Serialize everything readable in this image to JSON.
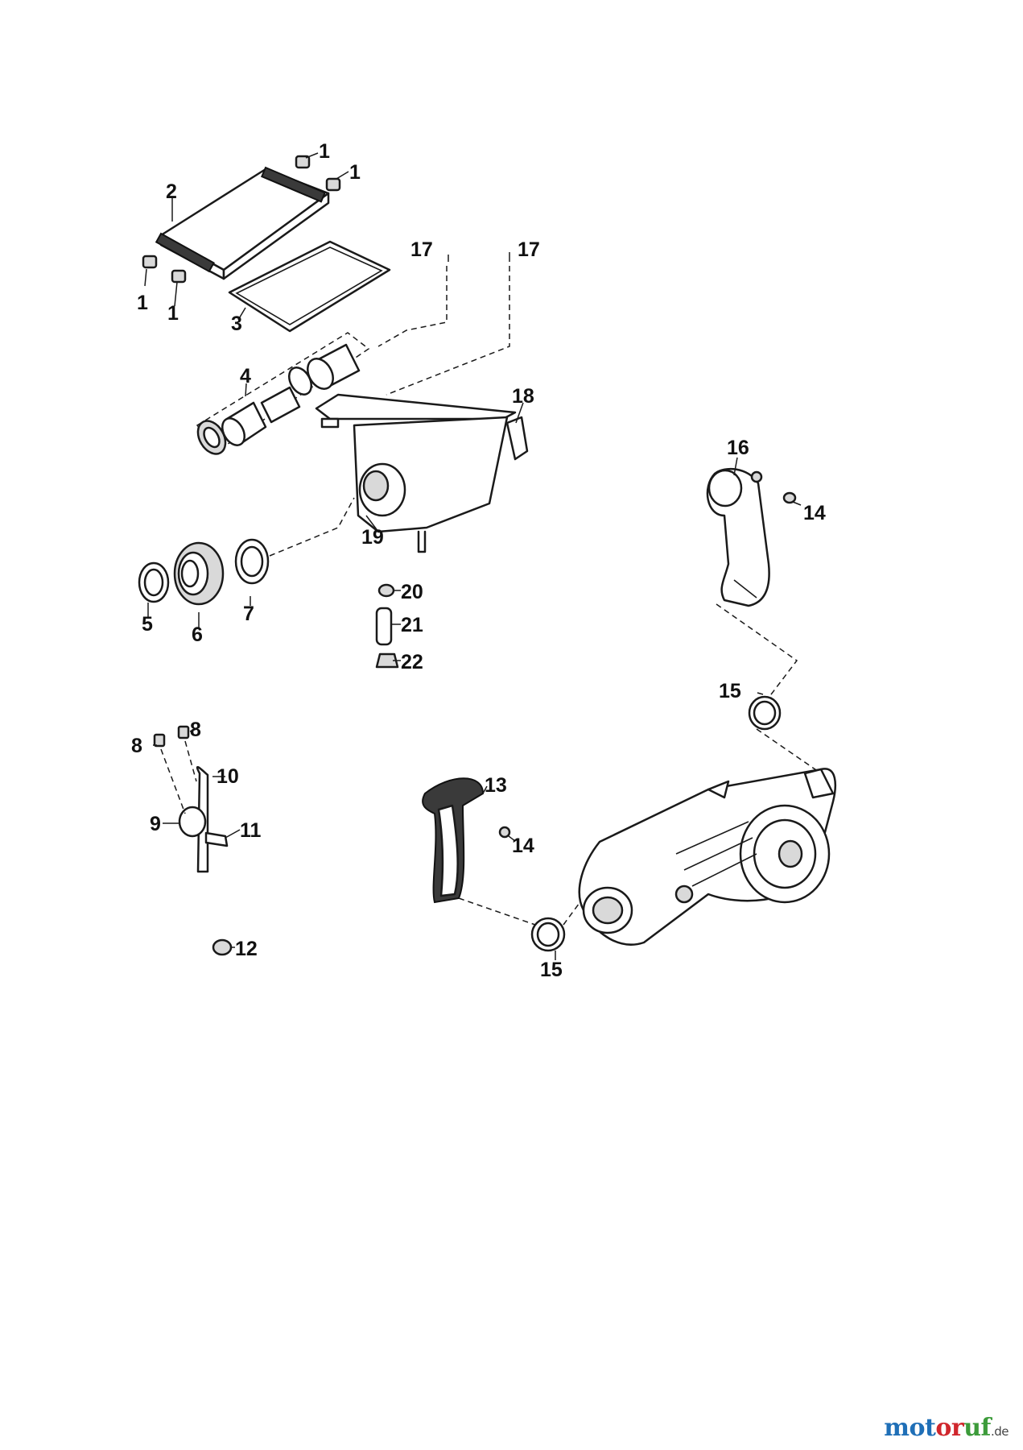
{
  "diagram": {
    "callouts": [
      {
        "id": "c-1a",
        "label": "1"
      },
      {
        "id": "c-1b",
        "label": "1"
      },
      {
        "id": "c-1c",
        "label": "1"
      },
      {
        "id": "c-1d",
        "label": "1"
      },
      {
        "id": "c-2",
        "label": "2"
      },
      {
        "id": "c-3",
        "label": "3"
      },
      {
        "id": "c-4",
        "label": "4"
      },
      {
        "id": "c-5",
        "label": "5"
      },
      {
        "id": "c-6",
        "label": "6"
      },
      {
        "id": "c-7",
        "label": "7"
      },
      {
        "id": "c-8a",
        "label": "8"
      },
      {
        "id": "c-8b",
        "label": "8"
      },
      {
        "id": "c-9",
        "label": "9"
      },
      {
        "id": "c-10",
        "label": "10"
      },
      {
        "id": "c-11",
        "label": "11"
      },
      {
        "id": "c-12",
        "label": "12"
      },
      {
        "id": "c-13",
        "label": "13"
      },
      {
        "id": "c-14a",
        "label": "14"
      },
      {
        "id": "c-14b",
        "label": "14"
      },
      {
        "id": "c-15a",
        "label": "15"
      },
      {
        "id": "c-15b",
        "label": "15"
      },
      {
        "id": "c-16",
        "label": "16"
      },
      {
        "id": "c-17a",
        "label": "17"
      },
      {
        "id": "c-17b",
        "label": "17"
      },
      {
        "id": "c-18",
        "label": "18"
      },
      {
        "id": "c-19",
        "label": "19"
      },
      {
        "id": "c-20",
        "label": "20"
      },
      {
        "id": "c-21",
        "label": "21"
      },
      {
        "id": "c-22",
        "label": "22"
      }
    ]
  },
  "brand": {
    "part1": "mot",
    "part2": "or",
    "part3": "uf",
    "tld": ".de"
  },
  "colors": {
    "brand_blue": "#1f6fb7",
    "brand_red": "#d0262c",
    "brand_green": "#3c9b3a",
    "line": "#1a1a1a"
  }
}
